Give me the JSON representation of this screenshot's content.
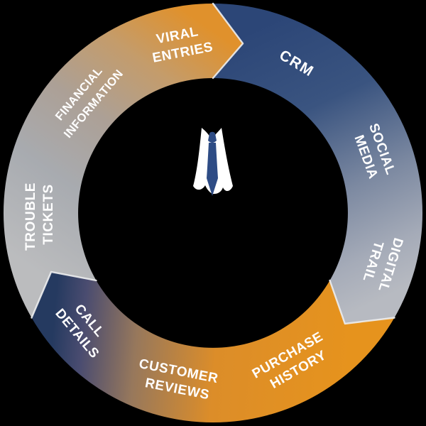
{
  "diagram": {
    "name": "customer-data-wheel",
    "center_icon": "shirt-and-tie-person-icon",
    "colors": {
      "background": "#000000",
      "label_text": "#FFFFFF",
      "navy": "#2C4677",
      "steel_gray": "#B7BAC1",
      "orange": "#E6931D",
      "dark_navy": "#253A60",
      "gray": "#A8ABB0",
      "seam": "#EDEEF0",
      "shirt": "#FFFFFF",
      "tie": "#2E4C85"
    },
    "gradients": {
      "blue_arc": [
        "#2C4677",
        "#3A5480",
        "#7C89A1",
        "#A5ABB8",
        "#B7BAC1"
      ],
      "orange_arc": [
        "#E6931D",
        "#DC8D29",
        "#97785C",
        "#4A4C70",
        "#253A60"
      ],
      "gray_arc": [
        "#BBBCBE",
        "#A8ABB0",
        "#ACA096",
        "#C49C6B",
        "#E0912C"
      ]
    },
    "segments": [
      {
        "name": "blue-arc",
        "label_ids": [
          "crm",
          "social-media",
          "digital-trail"
        ]
      },
      {
        "name": "orange-arc",
        "label_ids": [
          "purchase-history",
          "customer-reviews",
          "call-details"
        ]
      },
      {
        "name": "gray-arc",
        "label_ids": [
          "trouble-tickets",
          "financial-information",
          "viral-entries"
        ]
      }
    ],
    "labels": [
      {
        "id": "crm",
        "lines": [
          "CRM"
        ]
      },
      {
        "id": "social-media",
        "lines": [
          "SOCIAL",
          "MEDIA"
        ]
      },
      {
        "id": "digital-trail",
        "lines": [
          "DIGITAL",
          "TRAIL"
        ]
      },
      {
        "id": "purchase-history",
        "lines": [
          "PURCHASE",
          "HISTORY"
        ]
      },
      {
        "id": "customer-reviews",
        "lines": [
          "CUSTOMER",
          "REVIEWS"
        ]
      },
      {
        "id": "call-details",
        "lines": [
          "CALL",
          "DETAILS"
        ]
      },
      {
        "id": "trouble-tickets",
        "lines": [
          "TROUBLE",
          "TICKETS"
        ]
      },
      {
        "id": "financial-information",
        "lines": [
          "FINANCIAL",
          "INFORMATION"
        ]
      },
      {
        "id": "viral-entries",
        "lines": [
          "VIRAL",
          "ENTRIES"
        ]
      }
    ]
  }
}
